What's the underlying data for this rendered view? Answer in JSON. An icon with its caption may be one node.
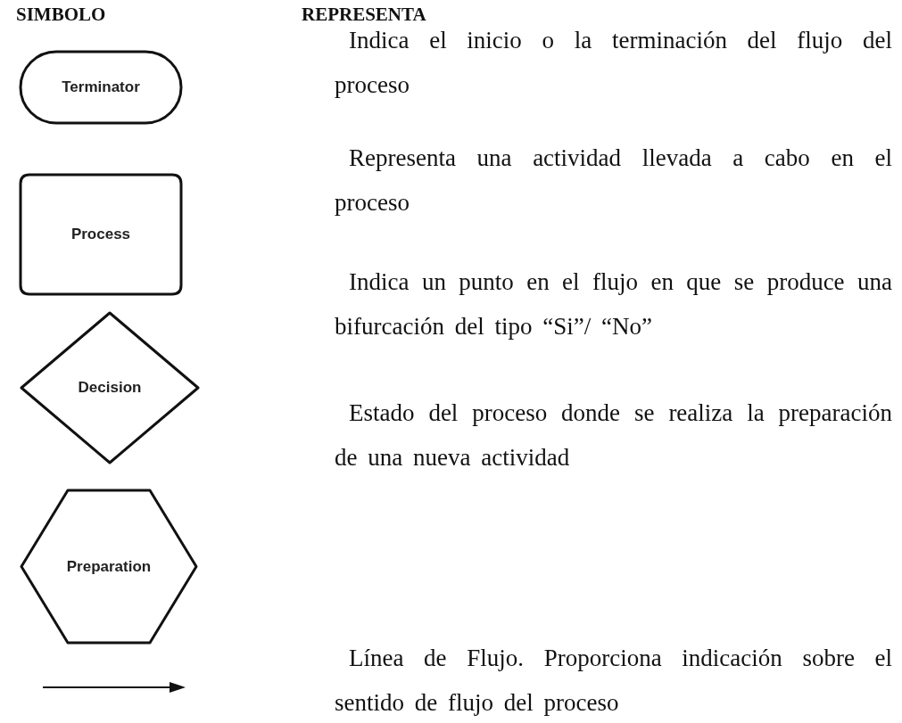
{
  "diagram": {
    "nodes": [
      {
        "text": [
          "Terminator"
        ]
      },
      {
        "text": [
          "Process"
        ]
      },
      {
        "text": [
          "Decision"
        ]
      },
      {
        "text": [
          "Preparation"
        ]
      }
    ],
    "labels": [
      "SIMBOLO",
      "REPRESENTA",
      "Indica el inicio o la terminación del flujo del proceso",
      "Representa una actividad llevada a cabo en el proceso",
      "Indica un punto en el flujo en que se produce una bifurcación del tipo “Si”/ “No”",
      "Estado del proceso donde se realiza la preparación de una nueva actividad",
      "Línea de Flujo. Proporciona indicación sobre el sentido de flujo del proceso"
    ]
  }
}
